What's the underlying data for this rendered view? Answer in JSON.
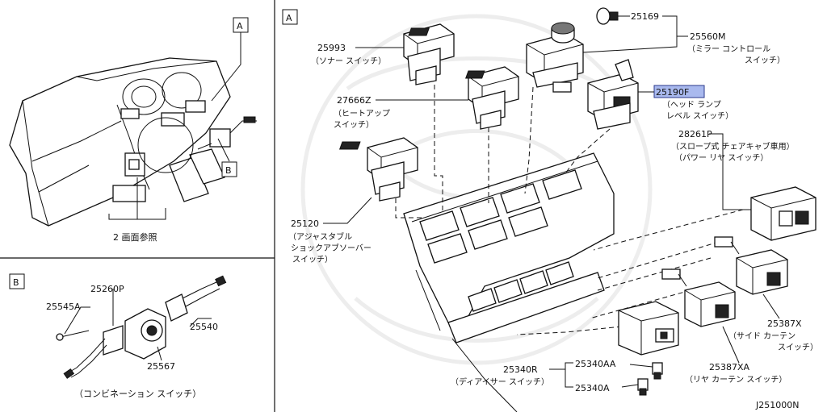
{
  "panel_labels": {
    "a_overview": "A",
    "b_overview": "B",
    "b_section": "B",
    "a_section": "A"
  },
  "overview_caption": "2 画面参照",
  "parts": [
    {
      "num": "25993",
      "jp": [
        "（ソナー スイッチ）"
      ]
    },
    {
      "num": "27666Z",
      "jp": [
        "（ヒートアップ",
        "スイッチ）"
      ]
    },
    {
      "num": "25120",
      "jp": [
        "（アジャスタブル",
        "ショックアブソーバー",
        "スイッチ）"
      ]
    },
    {
      "num": "25169",
      "jp": []
    },
    {
      "num": "25560M",
      "jp": [
        "（ミラー コントロール",
        "スイッチ）"
      ]
    },
    {
      "num": "25190F",
      "jp": [
        "（ヘッド ランプ",
        "レベル スイッチ）"
      ],
      "highlighted": true
    },
    {
      "num": "28261P",
      "jp": [
        "（スロープ式 チェアキャブ車用）",
        "（パワー リヤ スイッチ）"
      ]
    },
    {
      "num": "25387X",
      "jp": [
        "（サイド カーテン",
        "スイッチ）"
      ]
    },
    {
      "num": "25387XA",
      "jp": [
        "（リヤ カーテン スイッチ）"
      ]
    },
    {
      "num": "25340AA",
      "jp": []
    },
    {
      "num": "25340A",
      "jp": []
    },
    {
      "num": "25340R",
      "jp": [
        "（ディアイサー スイッチ）"
      ]
    },
    {
      "num": "25260P",
      "jp": []
    },
    {
      "num": "25545A",
      "jp": []
    },
    {
      "num": "25540",
      "jp": []
    },
    {
      "num": "25567",
      "jp": []
    }
  ],
  "combination_caption": "（コンビネーション スイッチ）",
  "diagram_code": "J251000N",
  "colors": {
    "highlight": "#a9b9ee",
    "highlight_border": "#2c3a8c",
    "ink": "#111111"
  }
}
